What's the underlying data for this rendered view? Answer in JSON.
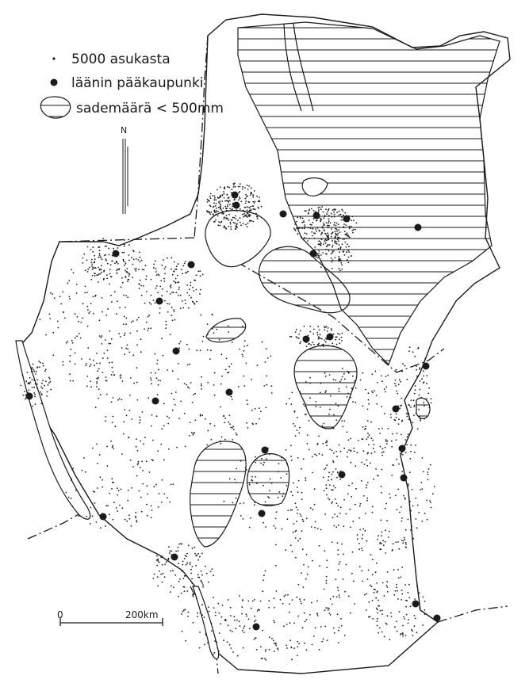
{
  "legend": {
    "population_dot_label": "5000 asukasta",
    "capital_label": "läänin pääkaupunki",
    "rainfall_label": "sademäärä < 500mm"
  },
  "north_arrow": {
    "label": "N"
  },
  "scale_bar": {
    "start_label": "0",
    "end_label": "200km"
  },
  "colors": {
    "ink": "#1a1a1a",
    "paper": "#ffffff"
  },
  "icons": [
    "population-dot-icon",
    "capital-dot-icon",
    "rainfall-area-icon",
    "north-arrow-icon"
  ]
}
